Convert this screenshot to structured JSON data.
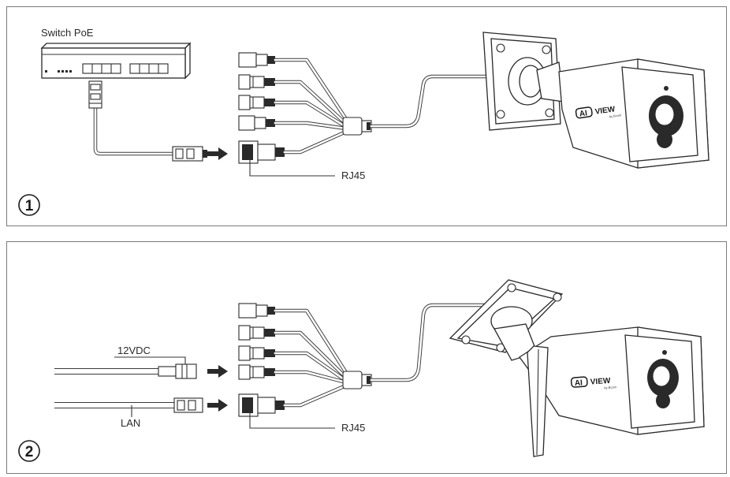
{
  "panel1": {
    "step_number": "1",
    "switch_label": "Switch PoE",
    "rj45_label": "RJ45",
    "camera_brand": "AI VIEW",
    "camera_brand_ai": "AI",
    "camera_brand_view": "VIEW",
    "camera_brand_sub": "by Bcom"
  },
  "panel2": {
    "step_number": "2",
    "power_label": "12VDC",
    "lan_label": "LAN",
    "rj45_label": "RJ45",
    "camera_brand_ai": "AI",
    "camera_brand_view": "VIEW",
    "camera_brand_sub": "by Bcom"
  },
  "colors": {
    "line": "#2a2a2a",
    "border": "#7a7a7a",
    "background": "#ffffff"
  },
  "icons": [
    "poe-switch-icon",
    "rj45-plug-icon",
    "dc-plug-icon",
    "arrow-right-icon",
    "bullet-camera-icon",
    "wifi-antenna-icon"
  ]
}
